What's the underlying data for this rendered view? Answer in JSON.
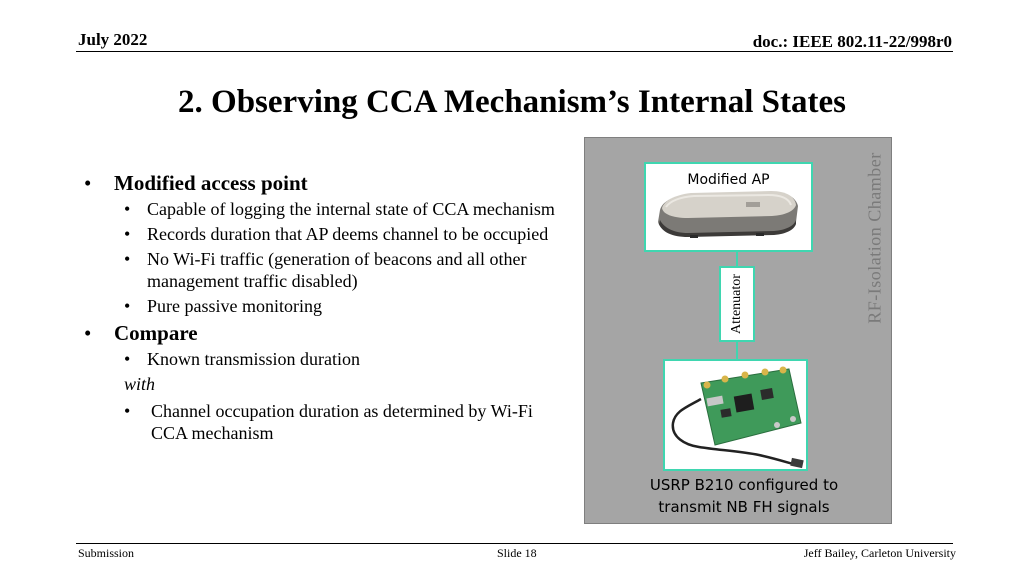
{
  "header": {
    "date": "July 2022",
    "doc": "doc.: IEEE 802.11-22/998r0"
  },
  "title": "2. Observing CCA Mechanism’s Internal States",
  "bullets": {
    "b1": "Modified access point",
    "b1_items": [
      "Capable of logging the internal state of CCA mechanism",
      "Records duration that AP deems channel to be occupied",
      "No Wi-Fi traffic (generation of beacons and all other management traffic disabled)",
      "Pure passive monitoring"
    ],
    "b2": "Compare",
    "b2_item": "Known transmission duration",
    "with": "with",
    "b2_item2": "Channel occupation duration as determined by Wi-Fi CCA mechanism"
  },
  "diagram": {
    "chamber_label": "RF-Isolation Chamber",
    "ap_label": "Modified AP",
    "attenuator_label": "Attenuator",
    "usrp_label_line1": "USRP B210 configured to",
    "usrp_label_line2": "transmit NB FH signals",
    "accent_color": "#3fd6b0",
    "chamber_color": "#a5a5a5"
  },
  "footer": {
    "left": "Submission",
    "center": "Slide 18",
    "right": "Jeff Bailey, Carleton University"
  }
}
